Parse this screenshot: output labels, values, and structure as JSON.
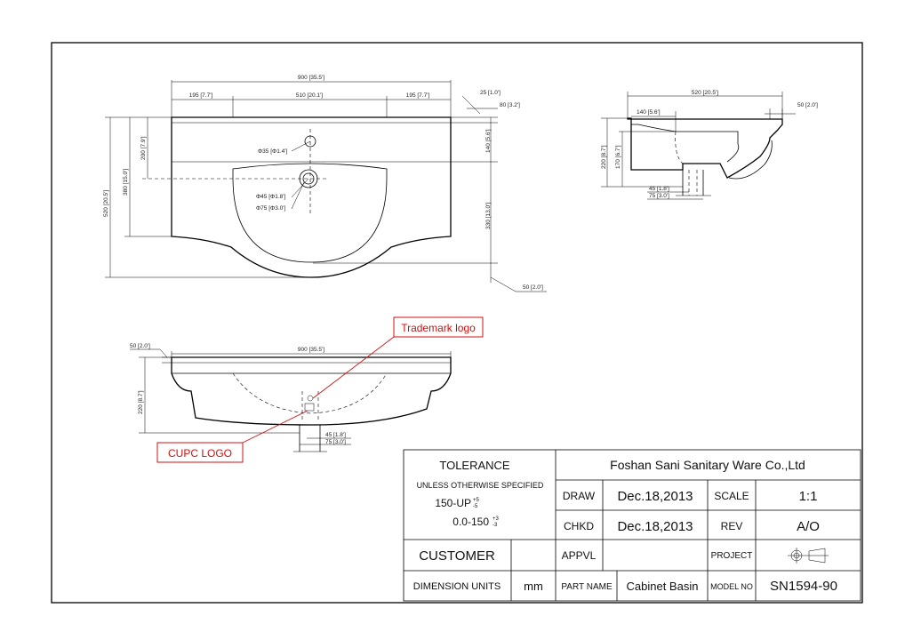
{
  "dimensions": {
    "top_overall": "900 [35.5']",
    "top_left": "195 [7.7']",
    "top_mid": "510 [20.1']",
    "top_right": "195 [7.7']",
    "rim_25": "25 [1.0']",
    "rim_80": "80 [3.2']",
    "rim_140": "140 [5.6']",
    "h_520": "520 [20.5']",
    "h_380": "380 [15.0']",
    "h_200": "200 [7.9']",
    "h_330": "330 [13.0']",
    "tap_hole": "Φ35 [Φ1.4']",
    "drain_45": "Φ45 [Φ1.8']",
    "drain_75": "Φ75 [Φ3.0']",
    "bottom_50": "50 [2.0']",
    "side_520": "520 [20.5']",
    "side_140": "140 [5.6']",
    "side_50": "50 [2.0']",
    "side_220": "220 [8.7']",
    "side_170": "170 [6.7']",
    "side_45": "45 [1.8']",
    "side_75": "75 [3.0']",
    "front_50": "50 [2.0']",
    "front_900": "900 [35.5']",
    "front_220": "220 [8.7']",
    "front_45": "45 [1.8']",
    "front_75": "75 [3.0']"
  },
  "callouts": {
    "trademark": "Trademark logo",
    "cupc": "CUPC LOGO"
  },
  "title_block": {
    "tolerance": "TOLERANCE",
    "unless": "UNLESS OTHERWISE SPECIFIED",
    "tol1": "150-UP",
    "tol2": "0.0-150",
    "tol1_plus": "+5",
    "tol1_minus": "-5",
    "tol2_plus": "+3",
    "tol2_minus": "-3",
    "company": "Foshan Sani Sanitary Ware Co.,Ltd",
    "draw_label": "DRAW",
    "draw_date": "Dec.18,2013",
    "scale_label": "SCALE",
    "scale_value": "1:1",
    "chkd_label": "CHKD",
    "chkd_date": "Dec.18,2013",
    "rev_label": "REV",
    "rev_value": "A/O",
    "customer": "CUSTOMER",
    "appvl": "APPVL",
    "project": "PROJECT",
    "dim_units_label": "DIMENSION UNITS",
    "dim_units": "mm",
    "part_name_label": "PART NAME",
    "part_name": "Cabinet Basin",
    "model_label": "MODEL NO",
    "model_no": "SN1594-90"
  },
  "colors": {
    "callout": "#d01010",
    "line": "#000000"
  }
}
